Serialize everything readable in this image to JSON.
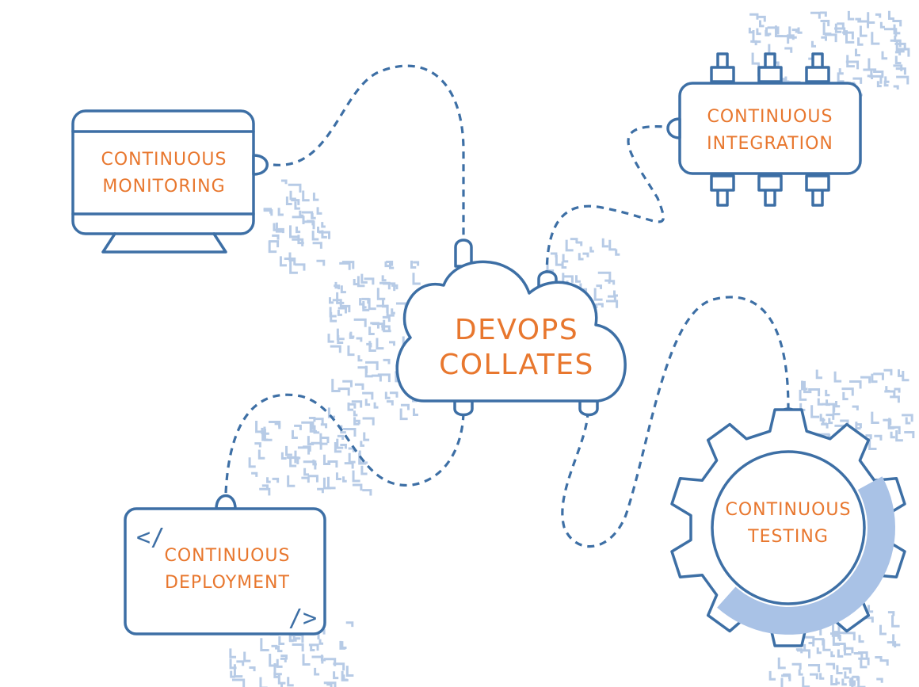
{
  "hub": {
    "line1": "DEVOPS",
    "line2": "COLLATES"
  },
  "nodes": {
    "monitoring": {
      "line1": "CONTINUOUS",
      "line2": "MONITORING",
      "icon": "monitor-icon"
    },
    "integration": {
      "line1": "CONTINUOUS",
      "line2": "INTEGRATION",
      "icon": "circuit-chip-icon"
    },
    "testing": {
      "line1": "CONTINUOUS",
      "line2": "TESTING",
      "icon": "gear-icon"
    },
    "deployment": {
      "line1": "CONTINUOUS",
      "line2": "DEPLOYMENT",
      "icon": "code-window-icon",
      "code_open": "</",
      "code_close": "/>"
    }
  },
  "colors": {
    "outline": "#3d6fa5",
    "label": "#e8772e",
    "texture": "#b7cbe6",
    "gear_fill": "#a9c2e6"
  }
}
